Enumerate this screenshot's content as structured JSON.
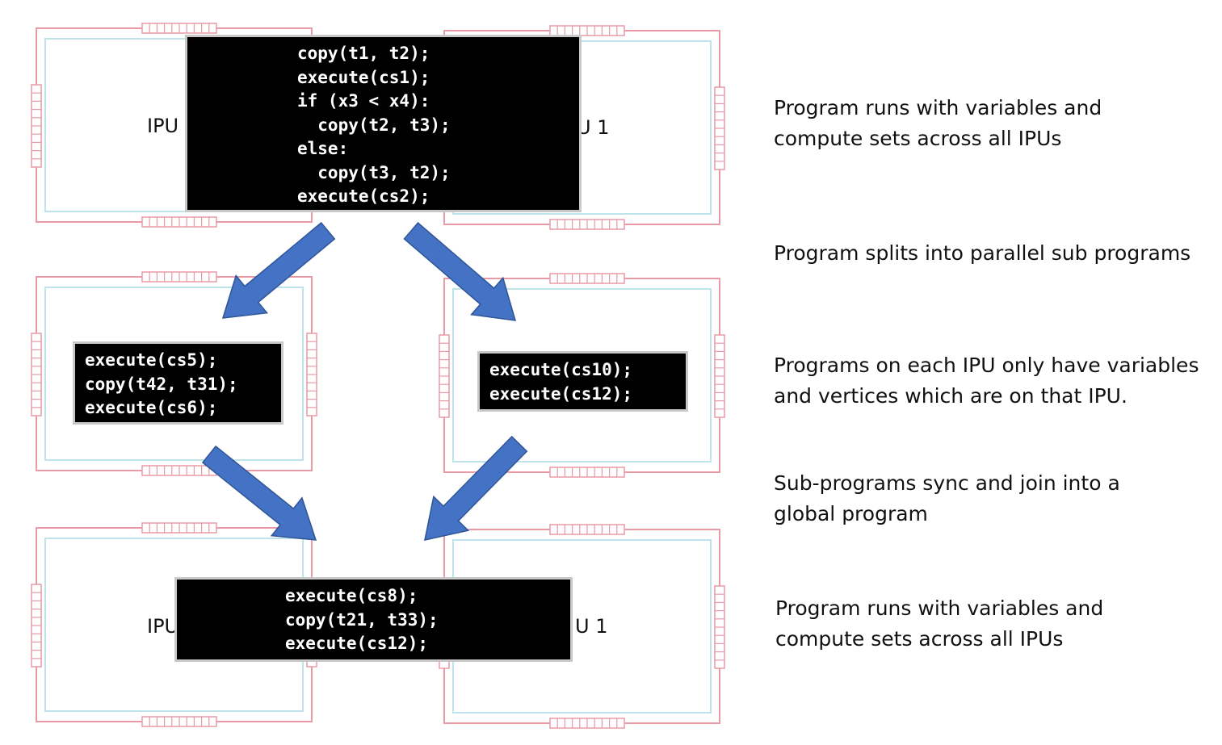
{
  "ipus": {
    "top_left_label": "IPU",
    "top_right_label": "U 1",
    "bottom_left_label": "IPU",
    "bottom_right_label": "U 1"
  },
  "programs": {
    "global_top": [
      "copy(t1, t2);",
      "execute(cs1);",
      "if (x3 < x4):",
      "  copy(t2, t3);",
      "else:",
      "  copy(t3, t2);",
      "execute(cs2);"
    ],
    "ipu_left": [
      "execute(cs5);",
      "copy(t42, t31);",
      "execute(cs6);"
    ],
    "ipu_right": [
      "execute(cs10);",
      "execute(cs12);"
    ],
    "global_bottom": [
      "execute(cs8);",
      "copy(t21, t33);",
      "execute(cs12);"
    ]
  },
  "descriptions": [
    [
      "Program runs with variables and",
      "compute sets across all IPUs"
    ],
    [
      "Program splits into parallel sub programs"
    ],
    [
      "Programs on each IPU only have variables",
      "and vertices which are on that IPU."
    ],
    [
      "Sub-programs sync and join into a",
      "global program"
    ],
    [
      "Program runs with variables and",
      "compute sets across all IPUs"
    ]
  ],
  "colors": {
    "chip_outline": "#e89aa6",
    "chip_inner": "#bfe3ea",
    "arrow_fill": "#4472c4",
    "arrow_stroke": "#2f5597",
    "code_bg": "#000000",
    "code_text": "#ffffff"
  }
}
